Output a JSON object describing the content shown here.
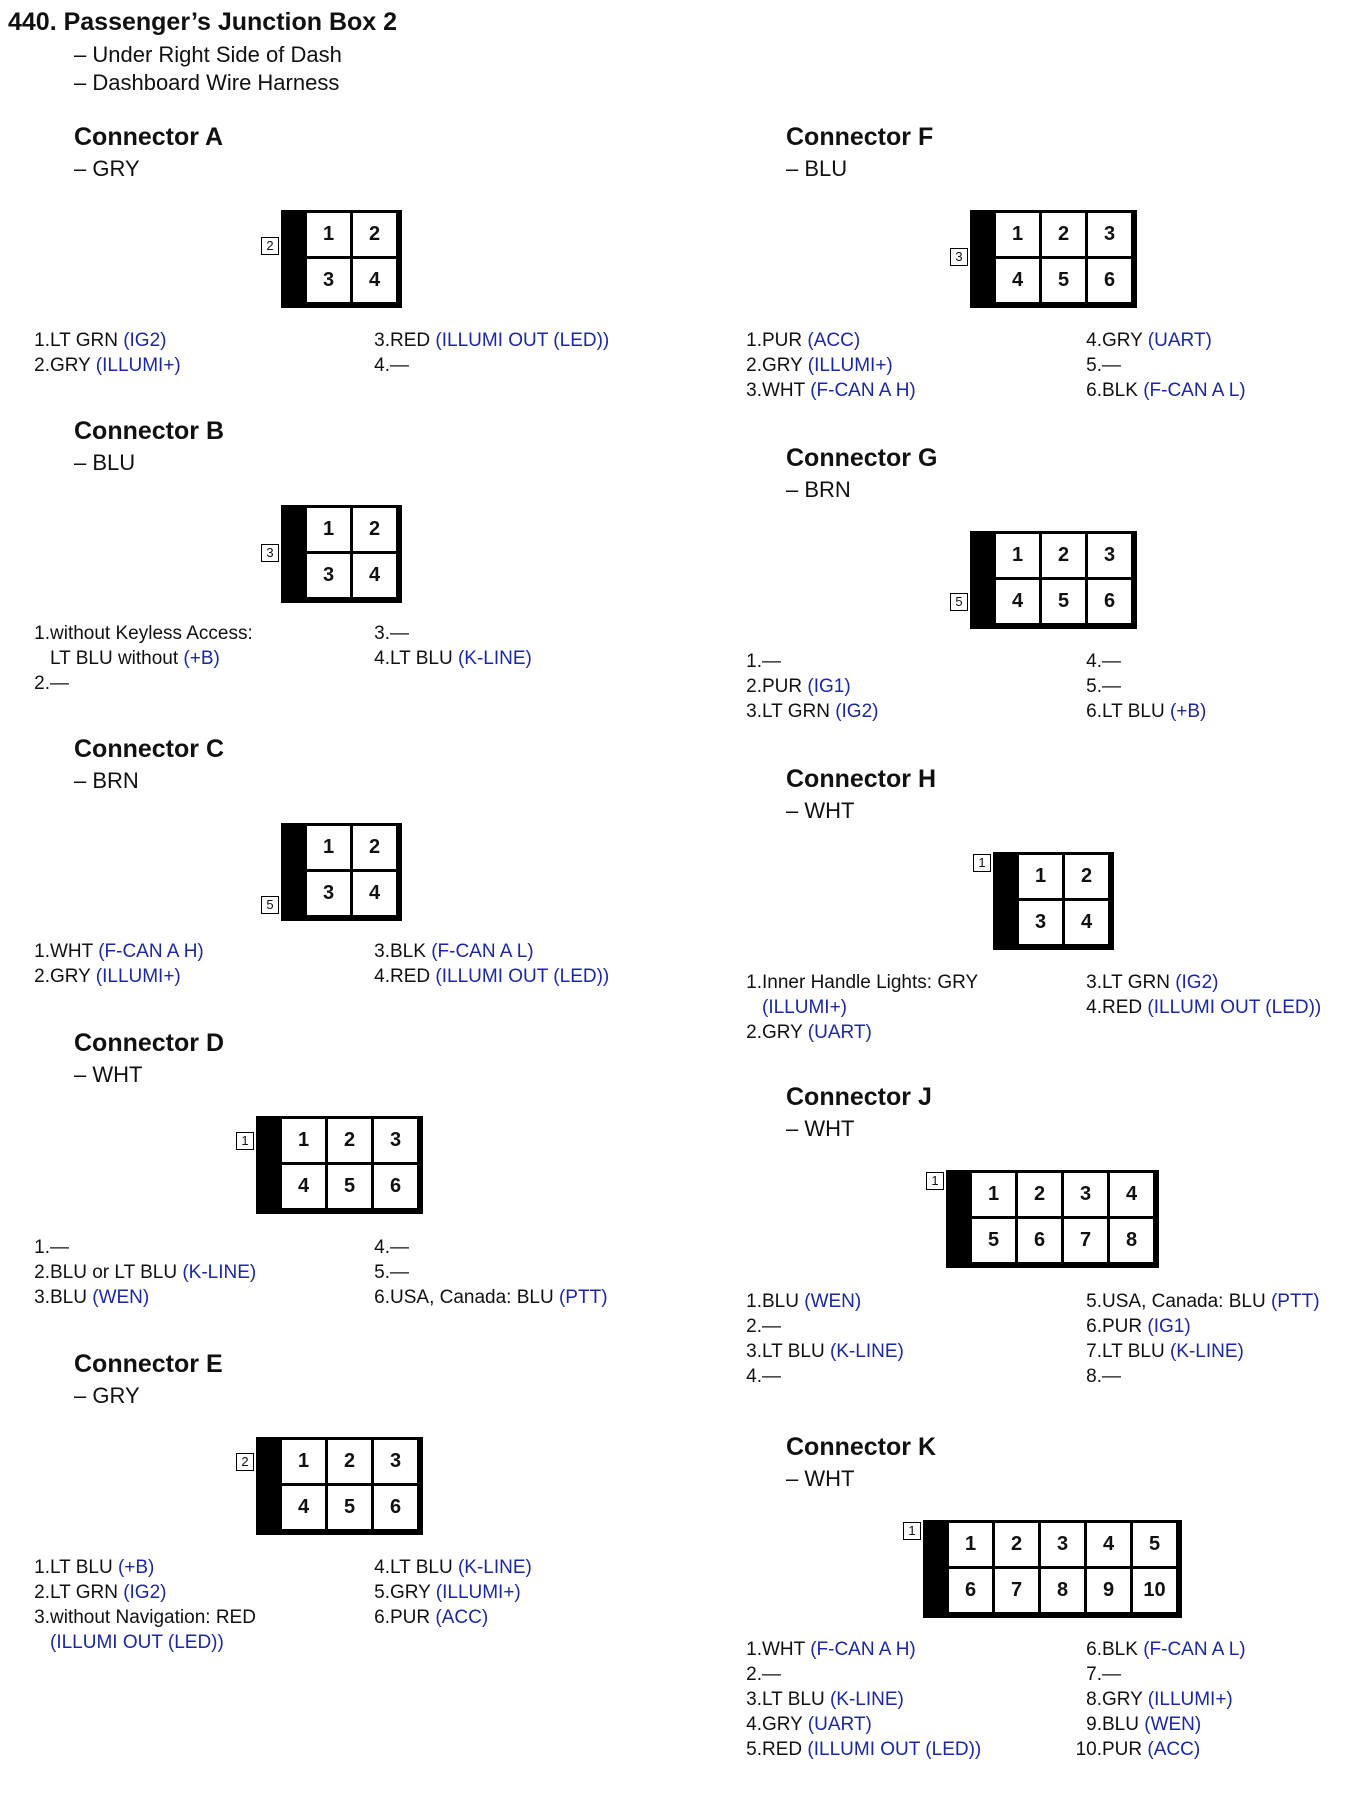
{
  "title": "440.  Passenger’s Junction Box 2",
  "subtitles": [
    "– Under Right Side of Dash",
    "– Dashboard Wire Harness"
  ],
  "colors": {
    "function_text": "#1a28a8",
    "text": "#111111"
  },
  "connectors": [
    {
      "name": "Connector A",
      "color": "– GRY",
      "tag": "2",
      "pins_top": [
        "1",
        "2"
      ],
      "pins_bottom": [
        "3",
        "4"
      ],
      "pins": [
        {
          "n": "1.",
          "wire": "LT GRN ",
          "func": "(IG2)"
        },
        {
          "n": "2.",
          "wire": "GRY ",
          "func": "(ILLUMI+)"
        },
        {
          "n": "3.",
          "wire": "RED ",
          "func": "(ILLUMI OUT (LED))"
        },
        {
          "n": "4.",
          "wire": "—",
          "func": ""
        }
      ]
    },
    {
      "name": "Connector B",
      "color": "– BLU",
      "tag": "3",
      "pins_top": [
        "1",
        "2"
      ],
      "pins_bottom": [
        "3",
        "4"
      ],
      "pins": [
        {
          "n": "1.",
          "wire": "without Keyless Access:\nLT BLU without ",
          "func": "(+B)"
        },
        {
          "n": "2.",
          "wire": "—",
          "func": ""
        },
        {
          "n": "3.",
          "wire": "—",
          "func": ""
        },
        {
          "n": "4.",
          "wire": "LT BLU ",
          "func": "(K-LINE)"
        }
      ]
    },
    {
      "name": "Connector C",
      "color": "– BRN",
      "tag": "5",
      "pins_top": [
        "1",
        "2"
      ],
      "pins_bottom": [
        "3",
        "4"
      ],
      "pins": [
        {
          "n": "1.",
          "wire": "WHT ",
          "func": "(F-CAN A H)"
        },
        {
          "n": "2.",
          "wire": "GRY ",
          "func": "(ILLUMI+)"
        },
        {
          "n": "3.",
          "wire": "BLK ",
          "func": "(F-CAN A L)"
        },
        {
          "n": "4.",
          "wire": "RED ",
          "func": "(ILLUMI OUT (LED))"
        }
      ]
    },
    {
      "name": "Connector D",
      "color": "– WHT",
      "tag": "1",
      "pins_top": [
        "1",
        "2",
        "3"
      ],
      "pins_bottom": [
        "4",
        "5",
        "6"
      ],
      "pins": [
        {
          "n": "1.",
          "wire": "—",
          "func": ""
        },
        {
          "n": "2.",
          "wire": "BLU or LT BLU ",
          "func": "(K-LINE)"
        },
        {
          "n": "3.",
          "wire": "BLU ",
          "func": "(WEN)"
        },
        {
          "n": "4.",
          "wire": "—",
          "func": ""
        },
        {
          "n": "5.",
          "wire": "—",
          "func": ""
        },
        {
          "n": "6.",
          "wire": "USA, Canada: BLU ",
          "func": "(PTT)"
        }
      ]
    },
    {
      "name": "Connector E",
      "color": "– GRY",
      "tag": "2",
      "pins_top": [
        "1",
        "2",
        "3"
      ],
      "pins_bottom": [
        "4",
        "5",
        "6"
      ],
      "pins": [
        {
          "n": "1.",
          "wire": "LT BLU ",
          "func": "(+B)"
        },
        {
          "n": "2.",
          "wire": "LT GRN ",
          "func": "(IG2)"
        },
        {
          "n": "3.",
          "wire": "without Navigation: RED",
          "func": "(ILLUMI OUT (LED))"
        },
        {
          "n": "4.",
          "wire": "LT BLU ",
          "func": "(K-LINE)"
        },
        {
          "n": "5.",
          "wire": "GRY ",
          "func": "(ILLUMI+)"
        },
        {
          "n": "6.",
          "wire": "PUR ",
          "func": "(ACC)"
        }
      ]
    },
    {
      "name": "Connector F",
      "color": "– BLU",
      "tag": "3",
      "pins_top": [
        "1",
        "2",
        "3"
      ],
      "pins_bottom": [
        "4",
        "5",
        "6"
      ],
      "pins": [
        {
          "n": "1.",
          "wire": "PUR ",
          "func": "(ACC)"
        },
        {
          "n": "2.",
          "wire": "GRY ",
          "func": "(ILLUMI+)"
        },
        {
          "n": "3.",
          "wire": "WHT ",
          "func": "(F-CAN A H)"
        },
        {
          "n": "4.",
          "wire": "GRY ",
          "func": "(UART)"
        },
        {
          "n": "5.",
          "wire": "—",
          "func": ""
        },
        {
          "n": "6.",
          "wire": "BLK ",
          "func": "(F-CAN A L)"
        }
      ]
    },
    {
      "name": "Connector G",
      "color": "– BRN",
      "tag": "5",
      "pins_top": [
        "1",
        "2",
        "3"
      ],
      "pins_bottom": [
        "4",
        "5",
        "6"
      ],
      "pins": [
        {
          "n": "1.",
          "wire": "—",
          "func": ""
        },
        {
          "n": "2.",
          "wire": "PUR ",
          "func": "(IG1)"
        },
        {
          "n": "3.",
          "wire": "LT GRN ",
          "func": "(IG2)"
        },
        {
          "n": "4.",
          "wire": "—",
          "func": ""
        },
        {
          "n": "5.",
          "wire": "—",
          "func": ""
        },
        {
          "n": "6.",
          "wire": "LT BLU ",
          "func": "(+B)"
        }
      ]
    },
    {
      "name": "Connector H",
      "color": "– WHT",
      "tag": "1",
      "pins_top": [
        "1",
        "2"
      ],
      "pins_bottom": [
        "3",
        "4"
      ],
      "pins": [
        {
          "n": "1.",
          "wire": "Inner Handle Lights: GRY",
          "func": "(ILLUMI+)"
        },
        {
          "n": "2.",
          "wire": "GRY ",
          "func": "(UART)"
        },
        {
          "n": "3.",
          "wire": "LT GRN ",
          "func": "(IG2)"
        },
        {
          "n": "4.",
          "wire": "RED ",
          "func": "(ILLUMI OUT (LED))"
        }
      ]
    },
    {
      "name": "Connector J",
      "color": "– WHT",
      "tag": "1",
      "pins_top": [
        "1",
        "2",
        "3",
        "4"
      ],
      "pins_bottom": [
        "5",
        "6",
        "7",
        "8"
      ],
      "pins": [
        {
          "n": "1.",
          "wire": "BLU ",
          "func": "(WEN)"
        },
        {
          "n": "2.",
          "wire": "—",
          "func": ""
        },
        {
          "n": "3.",
          "wire": "LT BLU ",
          "func": "(K-LINE)"
        },
        {
          "n": "4.",
          "wire": "—",
          "func": ""
        },
        {
          "n": "5.",
          "wire": "USA, Canada: BLU ",
          "func": "(PTT)"
        },
        {
          "n": "6.",
          "wire": "PUR ",
          "func": "(IG1)"
        },
        {
          "n": "7.",
          "wire": "LT BLU ",
          "func": "(K-LINE)"
        },
        {
          "n": "8.",
          "wire": "—",
          "func": ""
        }
      ]
    },
    {
      "name": "Connector K",
      "color": "– WHT",
      "tag": "1",
      "pins_top": [
        "1",
        "2",
        "3",
        "4",
        "5"
      ],
      "pins_bottom": [
        "6",
        "7",
        "8",
        "9",
        "10"
      ],
      "pins": [
        {
          "n": "1.",
          "wire": "WHT ",
          "func": "(F-CAN A H)"
        },
        {
          "n": "2.",
          "wire": "—",
          "func": ""
        },
        {
          "n": "3.",
          "wire": "LT BLU ",
          "func": "(K-LINE)"
        },
        {
          "n": "4.",
          "wire": "GRY ",
          "func": "(UART)"
        },
        {
          "n": "5.",
          "wire": "RED ",
          "func": "(ILLUMI OUT (LED))"
        },
        {
          "n": "6.",
          "wire": "BLK ",
          "func": "(F-CAN A L)"
        },
        {
          "n": "7.",
          "wire": "—",
          "func": ""
        },
        {
          "n": "8.",
          "wire": "GRY ",
          "func": "(ILLUMI+)"
        },
        {
          "n": "9.",
          "wire": "BLU ",
          "func": "(WEN)"
        },
        {
          "n": "10.",
          "wire": "PUR ",
          "func": "(ACC)"
        }
      ]
    }
  ]
}
